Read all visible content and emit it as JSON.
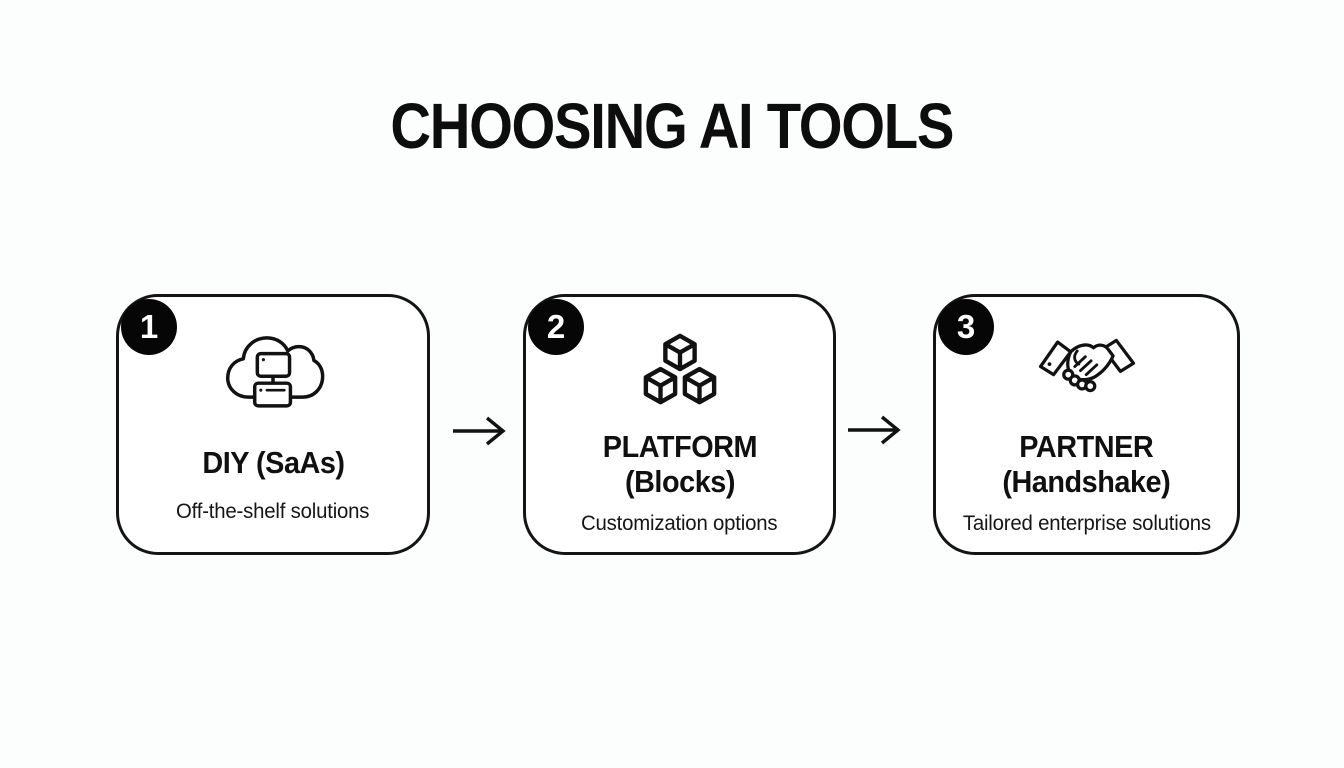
{
  "title": "CHOOSING AI TOOLS",
  "colors": {
    "background": "#fcfdfd",
    "card_background": "#ffffff",
    "card_border": "#141414",
    "text": "#121212",
    "badge_background": "#060606",
    "badge_text": "#ffffff"
  },
  "steps": [
    {
      "number": "1",
      "icon": "cloud-servers-icon",
      "title_line1": "DIY (SaAs)",
      "title_line2": "",
      "description": "Off-the-shelf solutions"
    },
    {
      "number": "2",
      "icon": "blocks-icon",
      "title_line1": "PLATFORM",
      "title_line2": "(Blocks)",
      "description": "Customization options"
    },
    {
      "number": "3",
      "icon": "handshake-icon",
      "title_line1": "PARTNER",
      "title_line2": "(Handshake)",
      "description": "Tailored enterprise solutions"
    }
  ]
}
